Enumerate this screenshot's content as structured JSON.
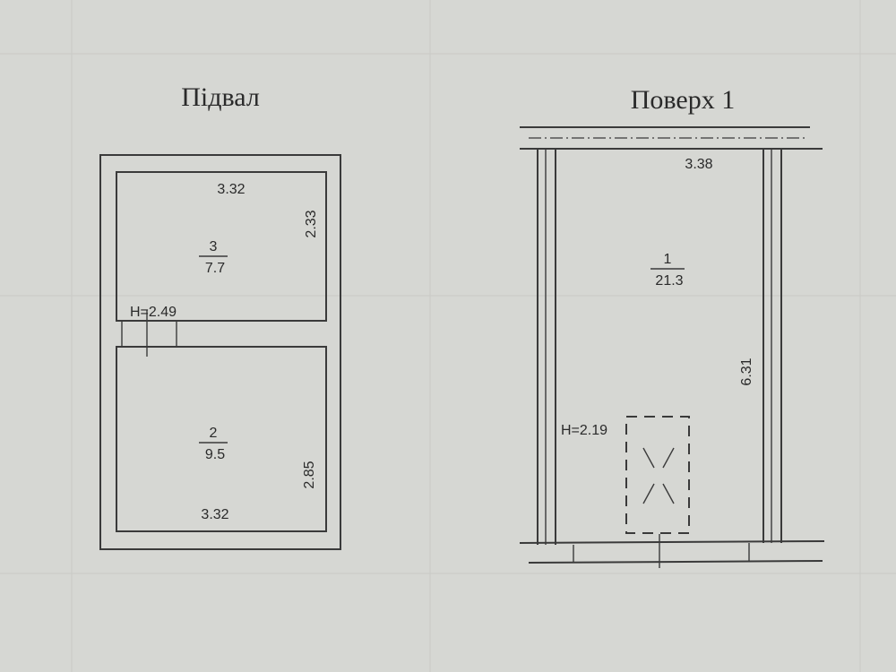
{
  "basement": {
    "title": "Підвал",
    "height_label": "H=2.49",
    "room3": {
      "number": "3",
      "area": "7.7",
      "width": "3.32",
      "length": "2.33"
    },
    "room2": {
      "number": "2",
      "area": "9.5",
      "width": "3.32",
      "length": "2.85"
    }
  },
  "floor1": {
    "title": "Поверх  1",
    "height_label": "H=2.19",
    "room1": {
      "number": "1",
      "area": "21.3",
      "width": "3.38",
      "length": "6.31"
    }
  },
  "colors": {
    "paper": "#d6d7d3",
    "ink": "#3a3a3a"
  }
}
